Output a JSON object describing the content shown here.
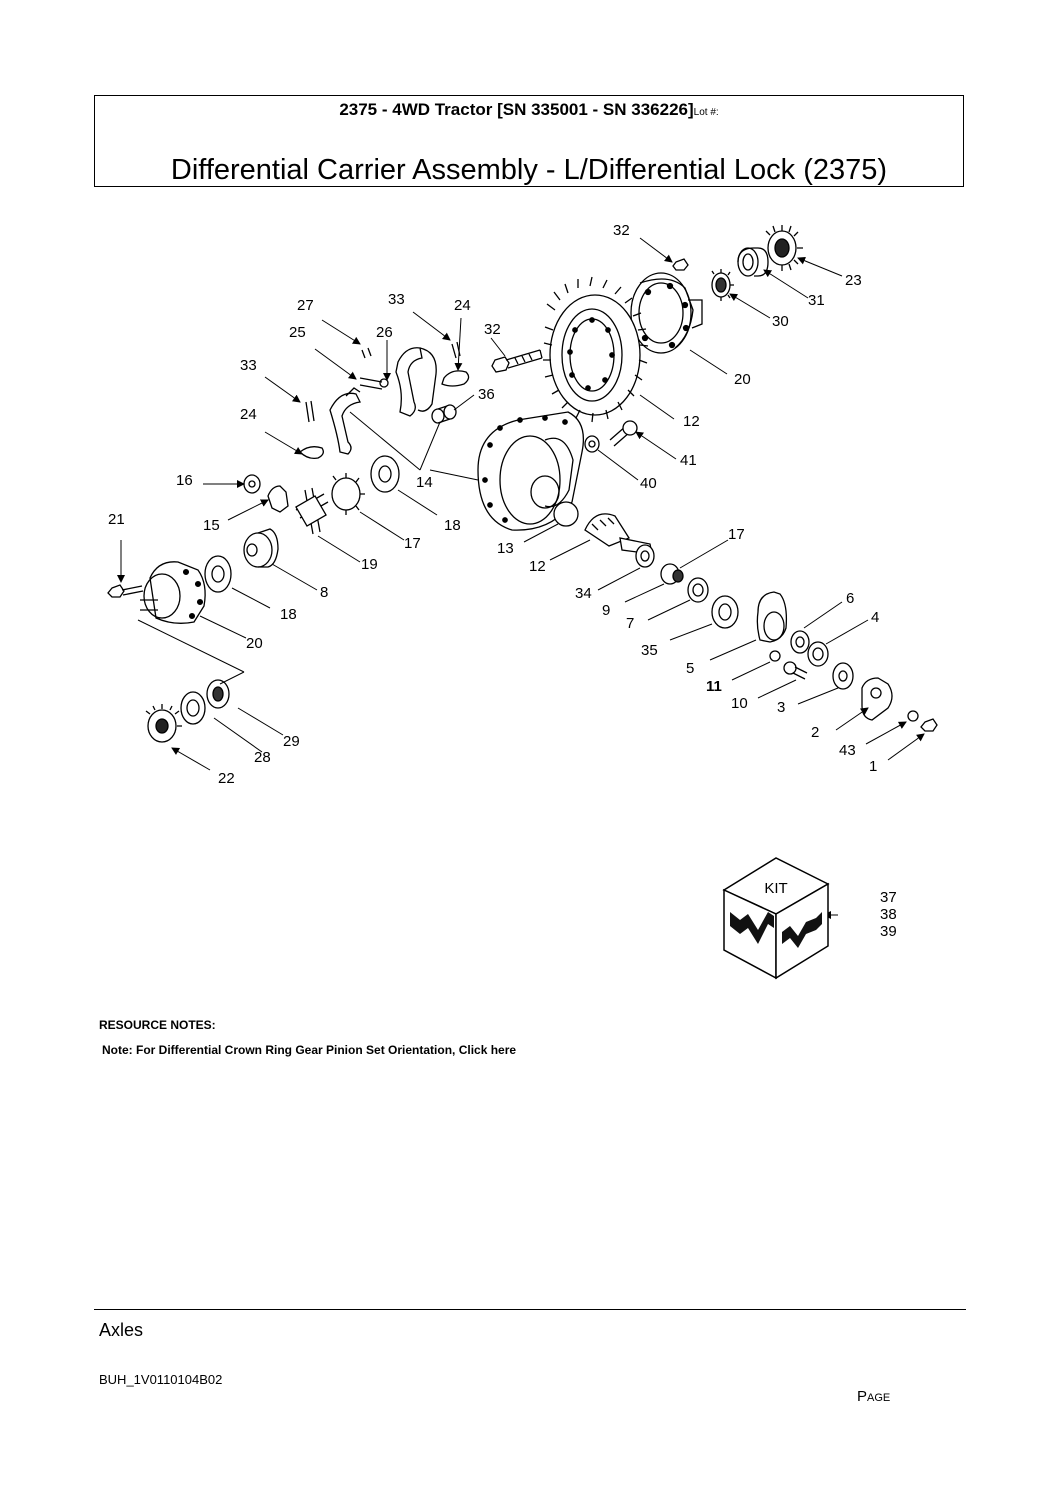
{
  "header": {
    "model": "2375 - 4WD Tractor [SN 335001 - SN 336226]",
    "lot_label": "Lot #:",
    "title": "Differential Carrier Assembly - L/Differential Lock (2375)"
  },
  "diagram": {
    "callouts": [
      "32",
      "23",
      "31",
      "30",
      "20",
      "27",
      "33",
      "24",
      "32",
      "25",
      "26",
      "36",
      "12",
      "33",
      "24",
      "41",
      "16",
      "14",
      "40",
      "21",
      "15",
      "18",
      "17",
      "13",
      "12",
      "19",
      "17",
      "34",
      "8",
      "9",
      "18",
      "6",
      "7",
      "4",
      "20",
      "35",
      "5",
      "11",
      "10",
      "3",
      "2",
      "29",
      "43",
      "28",
      "1",
      "22"
    ],
    "kit": {
      "text": "KIT",
      "callouts": [
        "37",
        "38",
        "39"
      ]
    }
  },
  "notes": {
    "heading": "RESOURCE NOTES:",
    "text": "Note: For Differential Crown Ring Gear  Pinion Set Orientation, Click here"
  },
  "footer": {
    "section": "Axles",
    "code": "BUH_1V0110104B02",
    "page_label": "Page"
  }
}
